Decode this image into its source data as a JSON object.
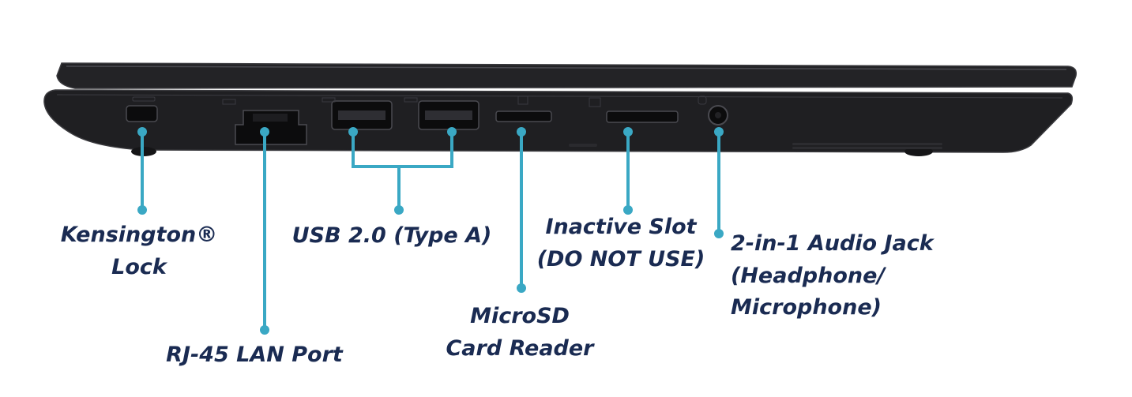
{
  "colors": {
    "callout": "#3aa8c4",
    "label_text": "#1a2b52",
    "chassis": "#1f1f22",
    "chassis_edge": "#3a3a3e",
    "port_inner": "#0c0c0d"
  },
  "labels": {
    "kensington": {
      "line1": "Kensington®",
      "line2": "Lock"
    },
    "rj45": {
      "line1": "RJ-45 LAN Port"
    },
    "usb": {
      "line1": "USB 2.0 (Type A)"
    },
    "microsd": {
      "line1": "MicroSD",
      "line2": "Card Reader"
    },
    "inactive": {
      "line1": "Inactive Slot",
      "line2": "(DO NOT USE)"
    },
    "audio": {
      "line1": "2-in-1 Audio Jack",
      "line2": "(Headphone/",
      "line3": "Microphone)"
    }
  }
}
